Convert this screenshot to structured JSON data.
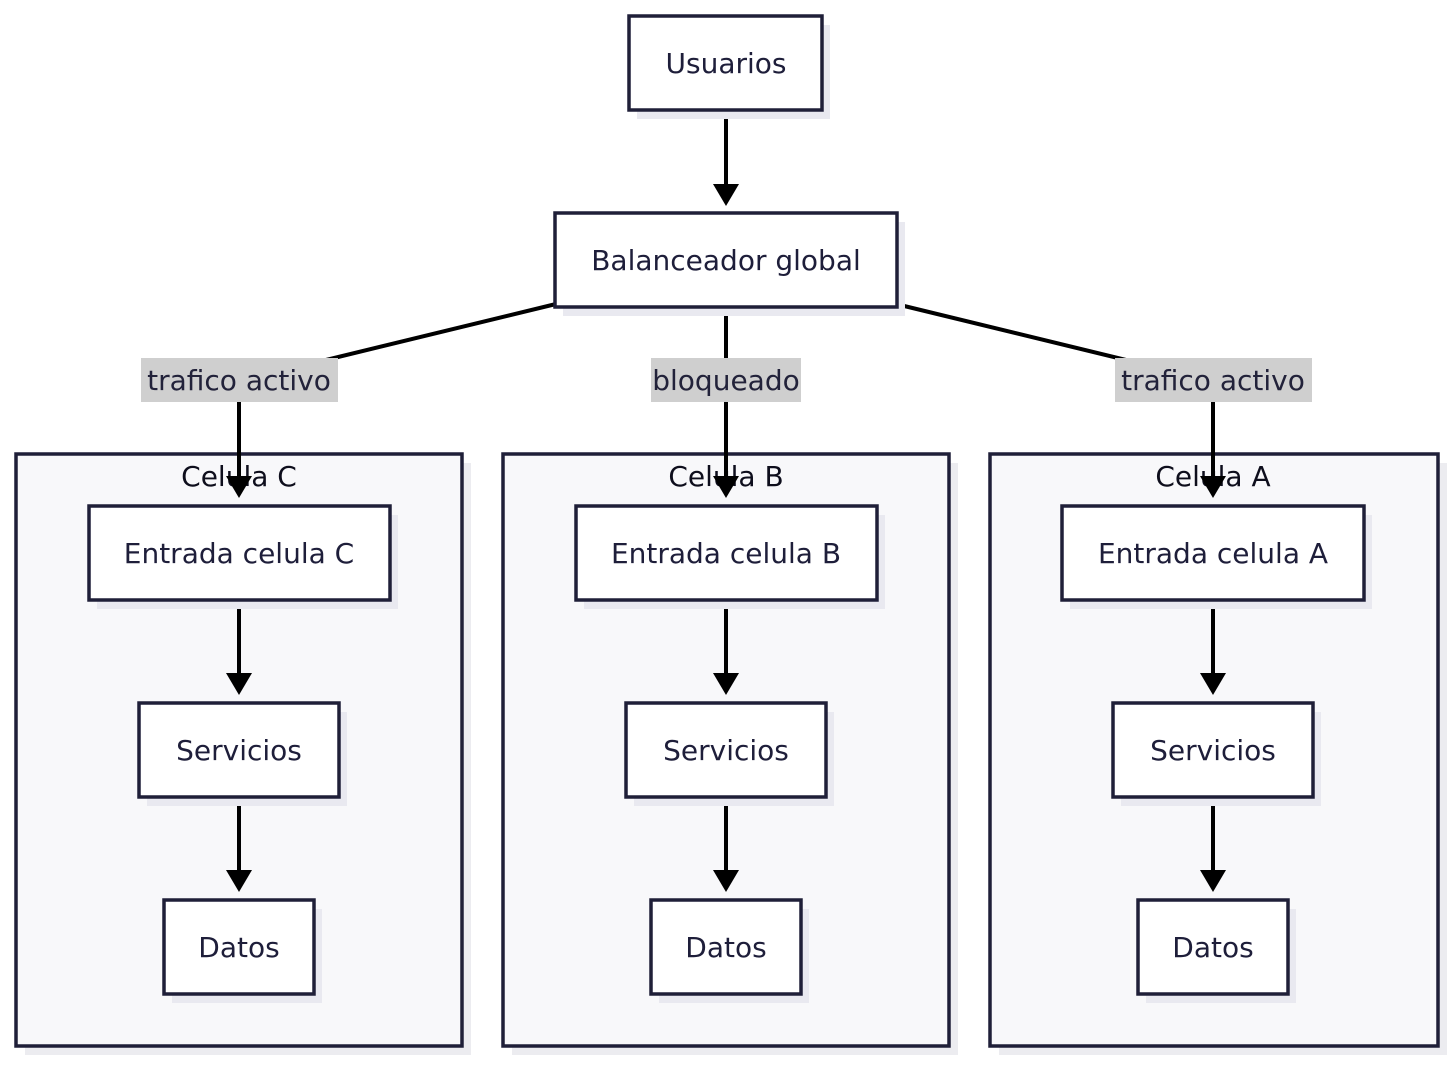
{
  "nodes": {
    "usuarios": "Usuarios",
    "balanceador": "Balanceador global"
  },
  "edge_labels": {
    "cell_c": "trafico activo",
    "cell_b": "bloqueado",
    "cell_a": "trafico activo"
  },
  "cells": {
    "c": {
      "title": "Celula C",
      "entrada": "Entrada celula C",
      "servicios": "Servicios",
      "datos": "Datos"
    },
    "b": {
      "title": "Celula B",
      "entrada": "Entrada celula B",
      "servicios": "Servicios",
      "datos": "Datos"
    },
    "a": {
      "title": "Celula A",
      "entrada": "Entrada celula A",
      "servicios": "Servicios",
      "datos": "Datos"
    }
  }
}
